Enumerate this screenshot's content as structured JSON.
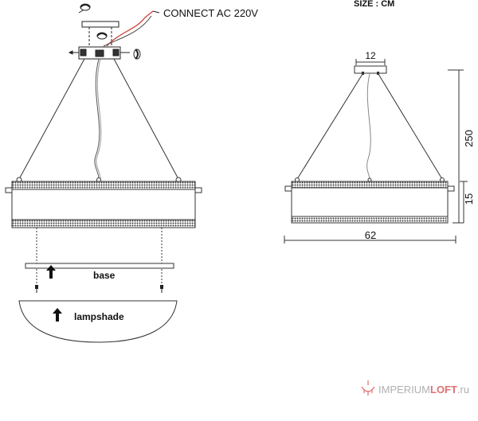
{
  "labels": {
    "connect": "CONNECT AC 220V",
    "size": "SIZE : CM",
    "base": "base",
    "lampshade": "lampshade"
  },
  "dimensions": {
    "canopy": "12",
    "height": "250",
    "body_height": "15",
    "diameter": "62"
  },
  "watermark": {
    "word1": "IMPERIUM",
    "word2": "LOFT",
    "tld": ".ru"
  },
  "colors": {
    "line": "#222222",
    "wire_red": "#d0342c",
    "mesh": "#444444",
    "brand_red": "#e07070",
    "brand_gray": "#b0b0b0"
  }
}
